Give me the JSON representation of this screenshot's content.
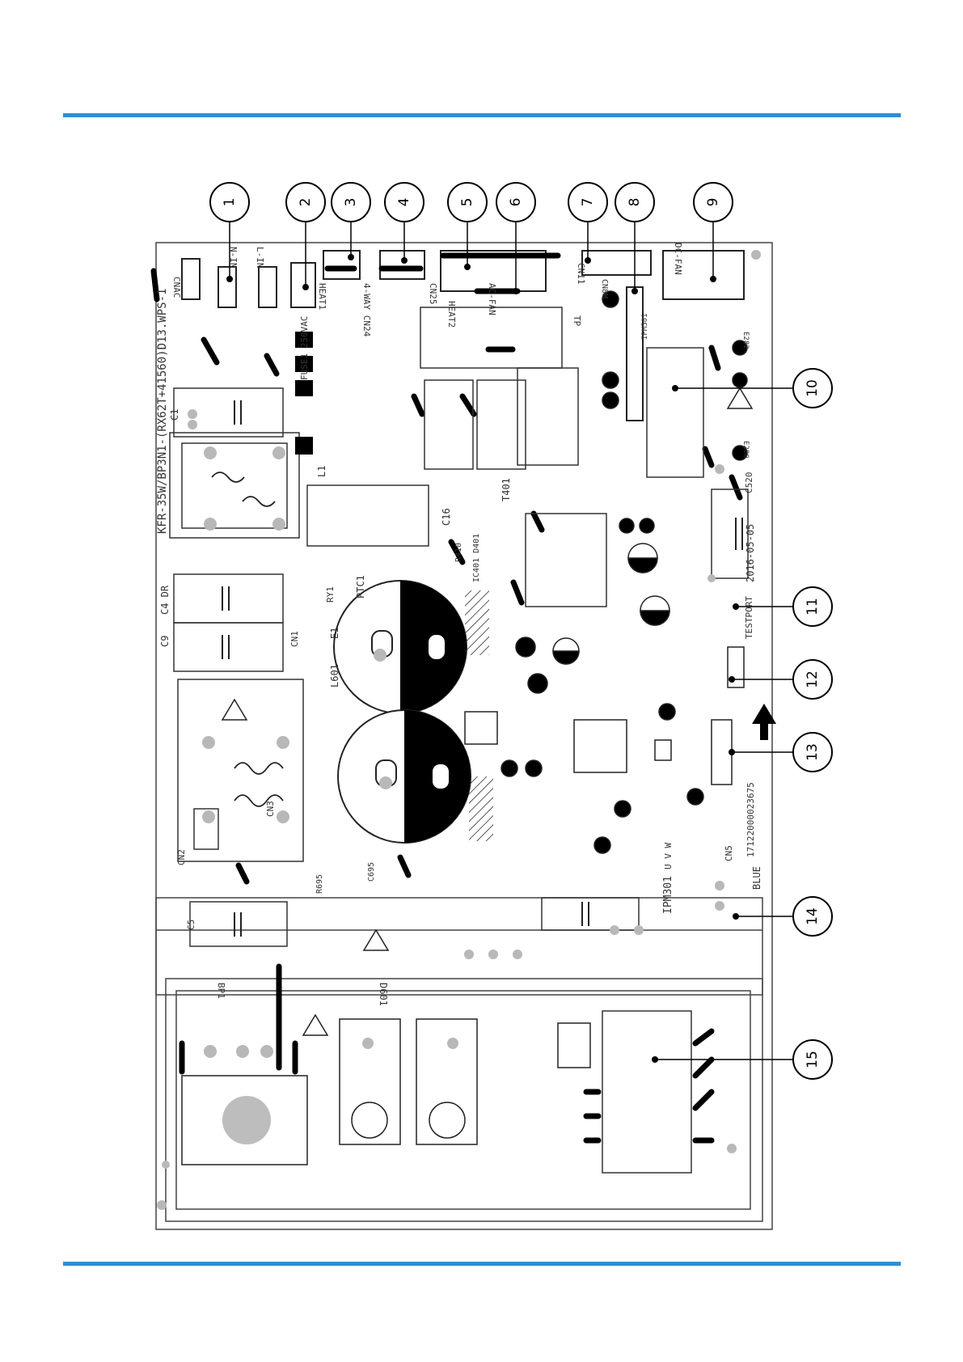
{
  "colors": {
    "rule": "#2c8ed6",
    "ink": "#1a1a1a",
    "pad": "#b0b0b0"
  },
  "callouts": [
    "1",
    "2",
    "3",
    "4",
    "5",
    "6",
    "7",
    "8",
    "9",
    "10",
    "11",
    "12",
    "13",
    "14",
    "15"
  ],
  "board": {
    "model": "KFR-35W/BP3N1-(RX62T+41560)D13.WPS-1",
    "date": "2016-05-05",
    "serial": "17122000023675",
    "labels": {
      "cn_ac": "CNAC",
      "l_in": "L-IN",
      "n_in": "N-IN",
      "heat1": "HEAT1",
      "four_way": "4-WAY CN24",
      "cn25": "CN25",
      "ac_fan": "AC-FAN",
      "heat2": "HEAT2",
      "cn11": "CN11",
      "cn8m": "CN8M",
      "tp": "TP",
      "dc_fan": "DC-FAN",
      "fuse": "FUSE1 250VAC",
      "c1": "C1",
      "l1": "L1",
      "c16": "C16",
      "t401": "T401",
      "c4": "C4 DR",
      "ptc": "PTC1",
      "ry1": "RY1",
      "e1": "E1",
      "c9": "C9",
      "cn1": "CN1",
      "l601": "L601",
      "cn3": "CN3",
      "cn2": "CN2",
      "testport": "TESTPORT",
      "ipm301": "IPM301",
      "blue": "BLUE",
      "cn5": "CN5",
      "uvw": "U V W",
      "c5": "C5",
      "d601": "D601",
      "bp1": "BP1",
      "c695": "C695",
      "r695": "R695",
      "c520": "C520",
      "d401": "IC401 D401",
      "r410": "R410",
      "e282": "E282",
      "e280": "E280",
      "ipm501": "IPM501"
    }
  }
}
